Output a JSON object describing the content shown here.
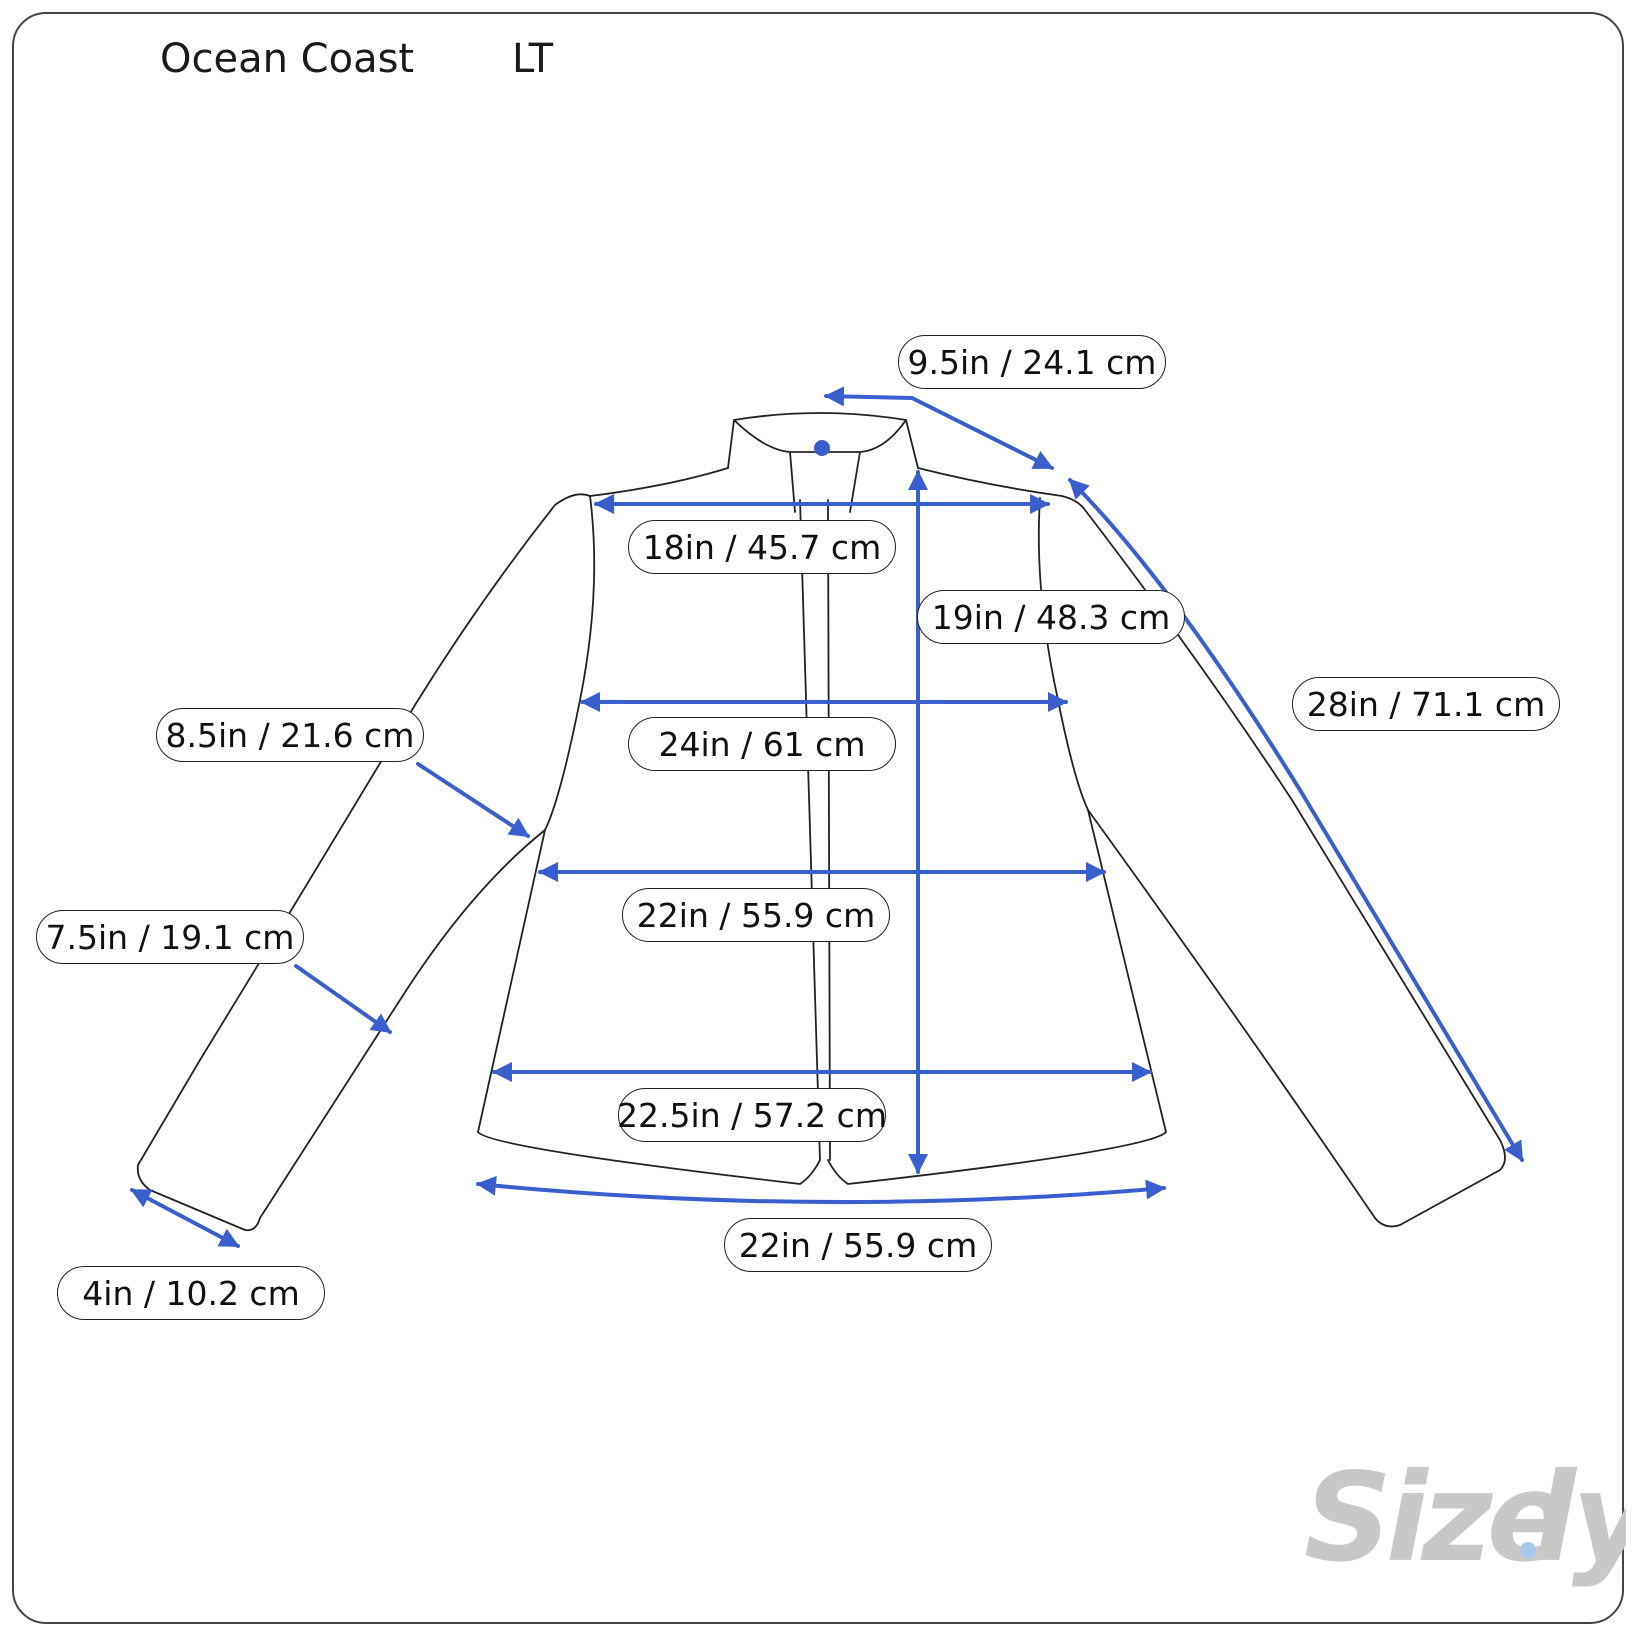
{
  "header": {
    "brand": "Ocean Coast",
    "size": "LT"
  },
  "measurements": [
    {
      "key": "shoulder_slope",
      "label": "9.5in / 24.1 cm"
    },
    {
      "key": "shoulder_width",
      "label": "18in / 45.7 cm"
    },
    {
      "key": "back_length",
      "label": "19in / 48.3 cm"
    },
    {
      "key": "sleeve_length",
      "label": "28in / 71.1 cm"
    },
    {
      "key": "chest",
      "label": "24in / 61 cm"
    },
    {
      "key": "upper_arm",
      "label": "8.5in / 21.6 cm"
    },
    {
      "key": "waist",
      "label": "22in / 55.9 cm"
    },
    {
      "key": "forearm",
      "label": "7.5in / 19.1 cm"
    },
    {
      "key": "hip",
      "label": "22.5in / 57.2 cm"
    },
    {
      "key": "cuff",
      "label": "4in / 10.2 cm"
    },
    {
      "key": "hem",
      "label": "22in / 55.9 cm"
    }
  ],
  "logo": {
    "text": "Size.ly"
  },
  "colors": {
    "arrow": "#3a5fcd",
    "outline": "#222222",
    "logo": "#c8c8c8"
  }
}
